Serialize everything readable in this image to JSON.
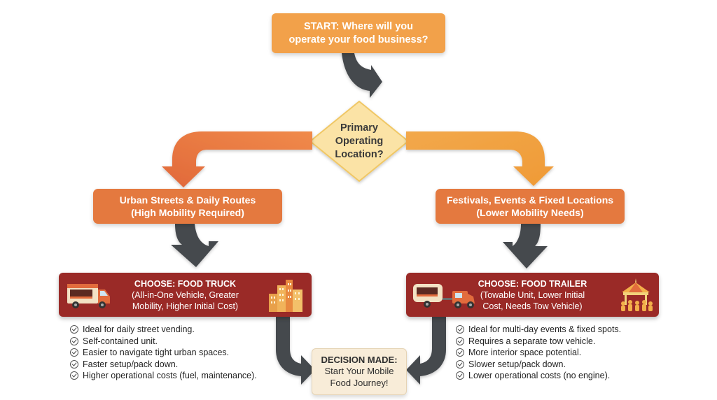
{
  "start": {
    "line1": "START: Where will you",
    "line2": "operate your food business?"
  },
  "question": {
    "line1": "Primary",
    "line2": "Operating",
    "line3": "Location?"
  },
  "urban": {
    "line1": "Urban Streets & Daily Routes",
    "line2": "(High Mobility Required)"
  },
  "festivals": {
    "line1": "Festivals, Events & Fixed Locations",
    "line2": "(Lower Mobility Needs)"
  },
  "truck": {
    "title": "CHOOSE: FOOD TRUCK",
    "line2": "(All-in-One Vehicle, Greater",
    "line3": "Mobility, Higher Initial Cost)",
    "points": [
      "Ideal for daily street vending.",
      "Self-contained unit.",
      "Easier to navigate tight urban spaces.",
      "Faster setup/pack down.",
      "Higher operational costs (fuel, maintenance)."
    ]
  },
  "trailer": {
    "title": "CHOOSE: FOOD TRAILER",
    "line2": "(Towable Unit, Lower Initial",
    "line3": "Cost, Needs Tow Vehicle)",
    "points": [
      "Ideal for multi-day events & fixed spots.",
      "Requires a separate tow vehicle.",
      "More interior space potential.",
      "Slower setup/pack down.",
      "Lower operational costs (no engine)."
    ]
  },
  "decision": {
    "line1": "DECISION MADE:",
    "line2": "Start Your Mobile",
    "line3": "Food Journey!"
  },
  "colors": {
    "start": "#f2a14a",
    "diamond": "#fbe3a6",
    "route": "#e4793f",
    "choice": "#9a2a27",
    "decision": "#f8ecd8",
    "arrow_dark": "#45484d",
    "arrow_orange_left": "#e4793f",
    "arrow_orange_right": "#f0a23d"
  }
}
